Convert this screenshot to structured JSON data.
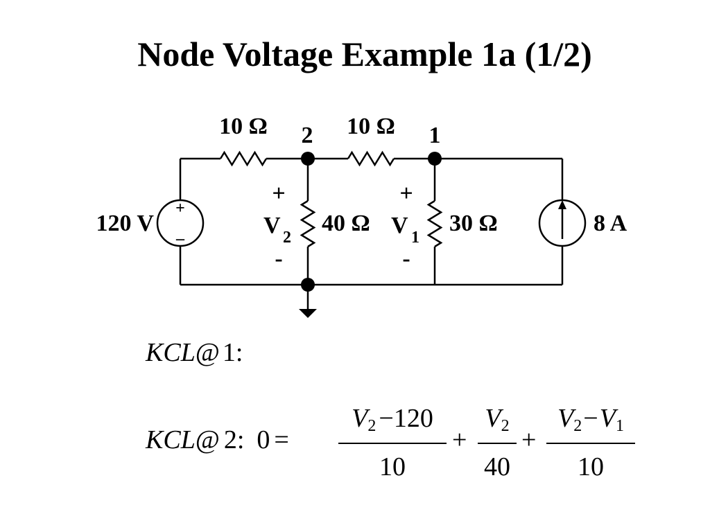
{
  "title": "Node Voltage Example 1a (1/2)",
  "circuit": {
    "r_top_left": "10 Ω",
    "r_top_mid": "10 Ω",
    "node_2": "2",
    "node_1": "1",
    "voltage_source": "120 V",
    "vs_plus": "+",
    "vs_minus": "–",
    "r_40": "40 Ω",
    "r_30": "30 Ω",
    "current_source": "8 A",
    "v2": {
      "plus": "+",
      "name": "V",
      "sub": "2",
      "minus": "-"
    },
    "v1": {
      "plus": "+",
      "name": "V",
      "sub": "1",
      "minus": "-"
    }
  },
  "equations": {
    "kcl1": {
      "kcl": "KCL",
      "at": "@",
      "node": "1",
      "colon": ":"
    },
    "kcl2": {
      "kcl": "KCL",
      "at": "@",
      "node": "2",
      "colon": ":",
      "zero": "0",
      "equals": "=",
      "t1_v": "V",
      "t1_sub": "2",
      "t1_rest": "−120",
      "t1_den": "10",
      "plus1": "+",
      "t2_v": "V",
      "t2_sub": "2",
      "t2_den": "40",
      "plus2": "+",
      "t3_v": "V",
      "t3_sub": "2",
      "t3_minus": "−",
      "t3_v2": "V",
      "t3_sub2": "1",
      "t3_den": "10"
    }
  }
}
